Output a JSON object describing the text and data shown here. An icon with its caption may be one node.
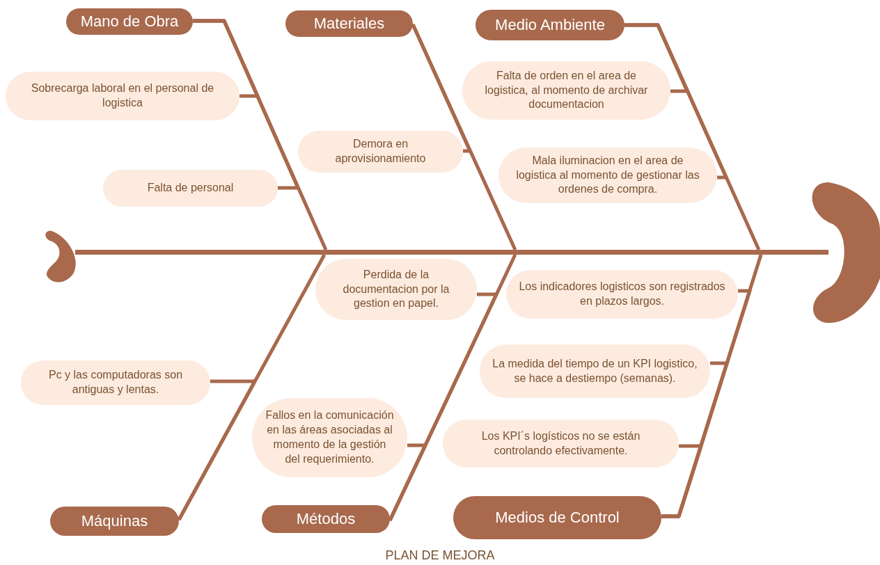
{
  "diagram": {
    "caption": "PLAN DE MEJORA",
    "nodes": [
      {
        "text": [
          "Mano de Obra"
        ]
      },
      {
        "text": [
          "Sobrecarga laboral  en el personal de logistica"
        ]
      },
      {
        "text": [
          "Falta de personal"
        ]
      },
      {
        "text": [
          "Materiales"
        ]
      },
      {
        "text": [
          "Demora en aprovisionamiento"
        ]
      },
      {
        "text": [
          "Medio Ambiente"
        ]
      },
      {
        "text": [
          "Falta de orden en el area de logistica, al momento de archivar documentacion"
        ]
      },
      {
        "text": [
          "Mala iluminacion  en el area de logistica al momento de gestionar las ordenes de compra."
        ]
      },
      {
        "text": [],
        "shape": "bar"
      },
      {
        "text": [
          "Perdida de la documentacion por la gestion en papel."
        ]
      },
      {
        "text": [
          "Fallos en la comunicación en las áreas asociadas al momento de la gestión del requerimiento."
        ]
      },
      {
        "text": [
          "Métodos"
        ]
      },
      {
        "text": [
          "Pc y las computadoras son antiguas y lentas."
        ]
      },
      {
        "text": [
          "Máquinas"
        ]
      },
      {
        "text": [
          "Los indicadores logisticos son registrados en plazos largos."
        ]
      },
      {
        "text": [
          "La medida del tiempo de un KPI logistico, se hace a destiempo (semanas)."
        ]
      },
      {
        "text": [
          "Los KPI´s logísticos no se están controlando efectivamente."
        ]
      },
      {
        "text": [
          "Medios de Control"
        ]
      }
    ],
    "edges": [
      {
        "from": 0,
        "to": 8,
        "arrow": "none"
      },
      {
        "from": 3,
        "to": 8,
        "arrow": "none"
      },
      {
        "from": 5,
        "to": 8,
        "arrow": "none"
      },
      {
        "from": 13,
        "to": 8,
        "arrow": "none"
      },
      {
        "from": 11,
        "to": 8,
        "arrow": "none"
      },
      {
        "from": 17,
        "to": 8,
        "arrow": "none"
      },
      {
        "from": 1,
        "to": 0,
        "arrow": "none"
      },
      {
        "from": 2,
        "to": 0,
        "arrow": "none"
      },
      {
        "from": 4,
        "to": 3,
        "arrow": "none"
      },
      {
        "from": 6,
        "to": 5,
        "arrow": "none"
      },
      {
        "from": 7,
        "to": 5,
        "arrow": "none"
      },
      {
        "from": 9,
        "to": 11,
        "arrow": "none"
      },
      {
        "from": 10,
        "to": 11,
        "arrow": "none"
      },
      {
        "from": 12,
        "to": 13,
        "arrow": "none"
      },
      {
        "from": 14,
        "to": 17,
        "arrow": "none"
      },
      {
        "from": 15,
        "to": 17,
        "arrow": "none"
      },
      {
        "from": 16,
        "to": 17,
        "arrow": "none"
      }
    ]
  }
}
